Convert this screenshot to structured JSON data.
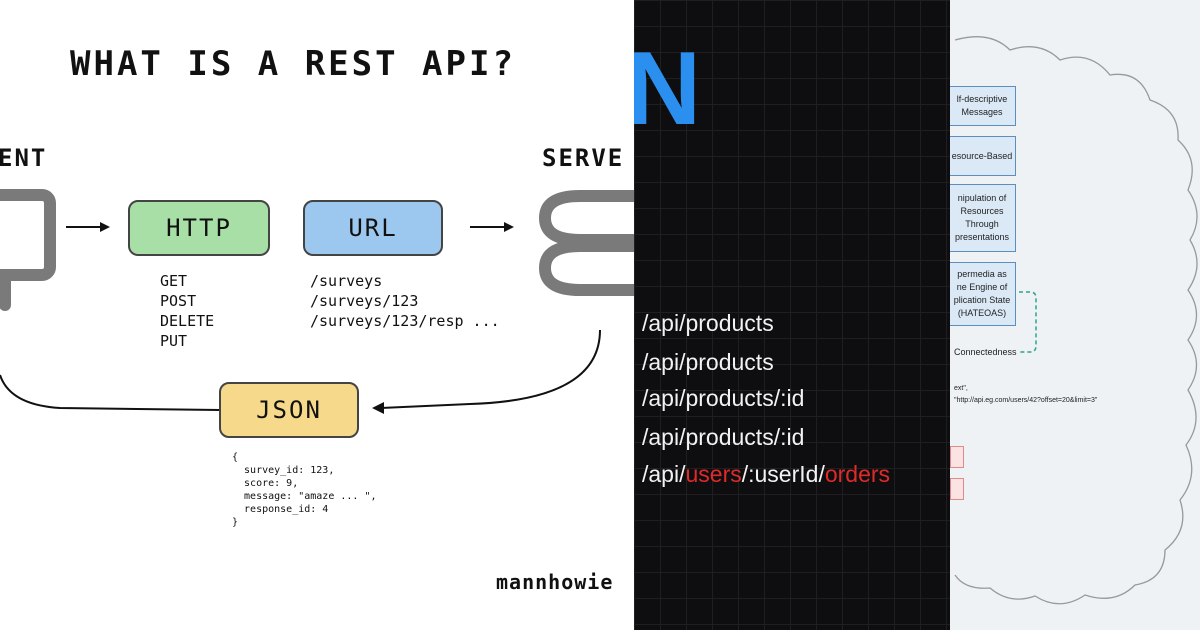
{
  "left": {
    "title": "WHAT IS A REST API?",
    "client_label": "ENT",
    "server_label": "SERVE",
    "http_label": "HTTP",
    "url_label": "URL",
    "json_label": "JSON",
    "methods": [
      "GET",
      "POST",
      "DELETE",
      "PUT"
    ],
    "urls": [
      "/surveys",
      "/surveys/123",
      "/surveys/123/resp ..."
    ],
    "json_body": "{\n  survey_id: 123,\n  score: 9,\n  message: \"amaze ... \",\n  response_id: 4\n}",
    "signature": "mannhowie",
    "colors": {
      "http": "#a8dfa6",
      "url": "#9cc7ee",
      "json": "#f6d98a"
    }
  },
  "middle": {
    "big_letter": "N",
    "routes": [
      {
        "parts": [
          {
            "text": "/api/products",
            "red": false
          }
        ]
      },
      {
        "parts": [
          {
            "text": "/api/products",
            "red": false
          }
        ]
      },
      {
        "parts": [
          {
            "text": "/api/products/:id",
            "red": false
          }
        ]
      },
      {
        "parts": [
          {
            "text": "/api/products/:id",
            "red": false
          }
        ]
      },
      {
        "parts": [
          {
            "text": "/api/",
            "red": false
          },
          {
            "text": "users",
            "red": true
          },
          {
            "text": "/:userId/",
            "red": false
          },
          {
            "text": "orders",
            "red": true
          }
        ]
      }
    ],
    "colors": {
      "blue": "#2b8ff0",
      "red": "#e02a2a"
    }
  },
  "right": {
    "boxes": [
      "lf-descriptive\nMessages",
      "esource-Based",
      "nipulation of\nResources\nThrough\npresentations",
      "permedia as\nne Engine of\nplication State\n(HATEOAS)"
    ],
    "connectedness": "Connectedness",
    "code_line1": "ext\",",
    "code_line2": "\"http://api.eg.com/users/42?offset=20&limit=3\""
  }
}
